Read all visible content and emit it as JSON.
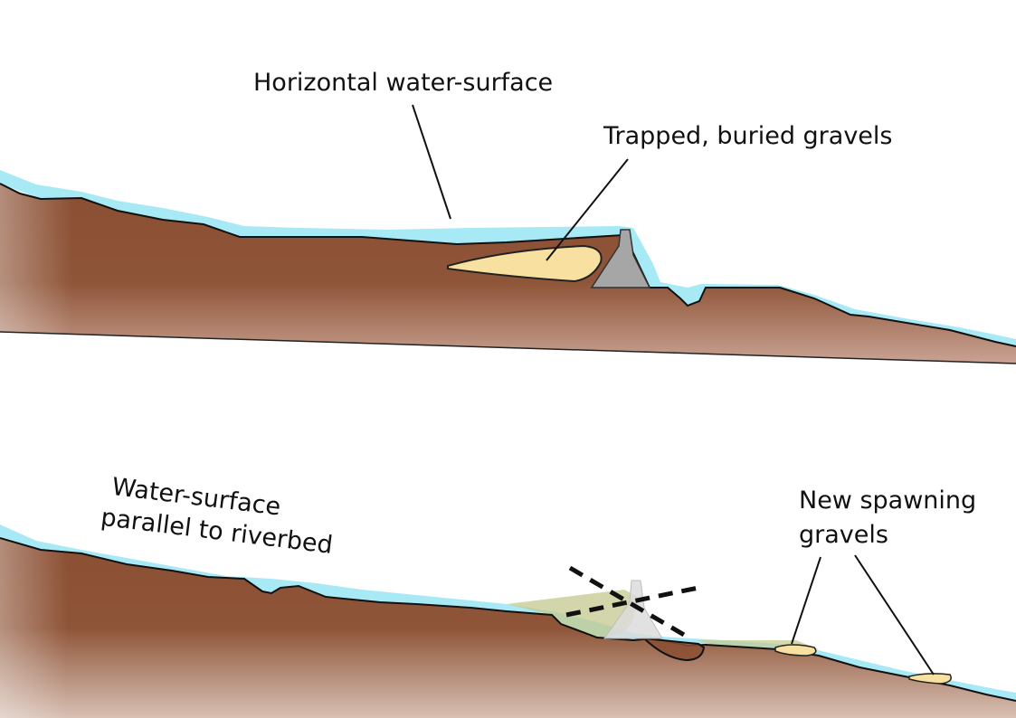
{
  "diagram": {
    "top_panel": {
      "water_label": "Horizontal water-surface",
      "gravel_label": "Trapped, buried gravels"
    },
    "bottom_panel": {
      "water_label_line1": "Water-surface",
      "water_label_line2": "parallel to riverbed",
      "gravel_label_line1": "New spawning",
      "gravel_label_line2": "gravels"
    },
    "colors": {
      "riverbed": "#8b4f33",
      "water": "#a8e9f6",
      "gravel": "#f8e0a0",
      "dam": "#a6a6a6",
      "removed_sediment": "#c4c88e",
      "leader_line": "#111111"
    }
  }
}
